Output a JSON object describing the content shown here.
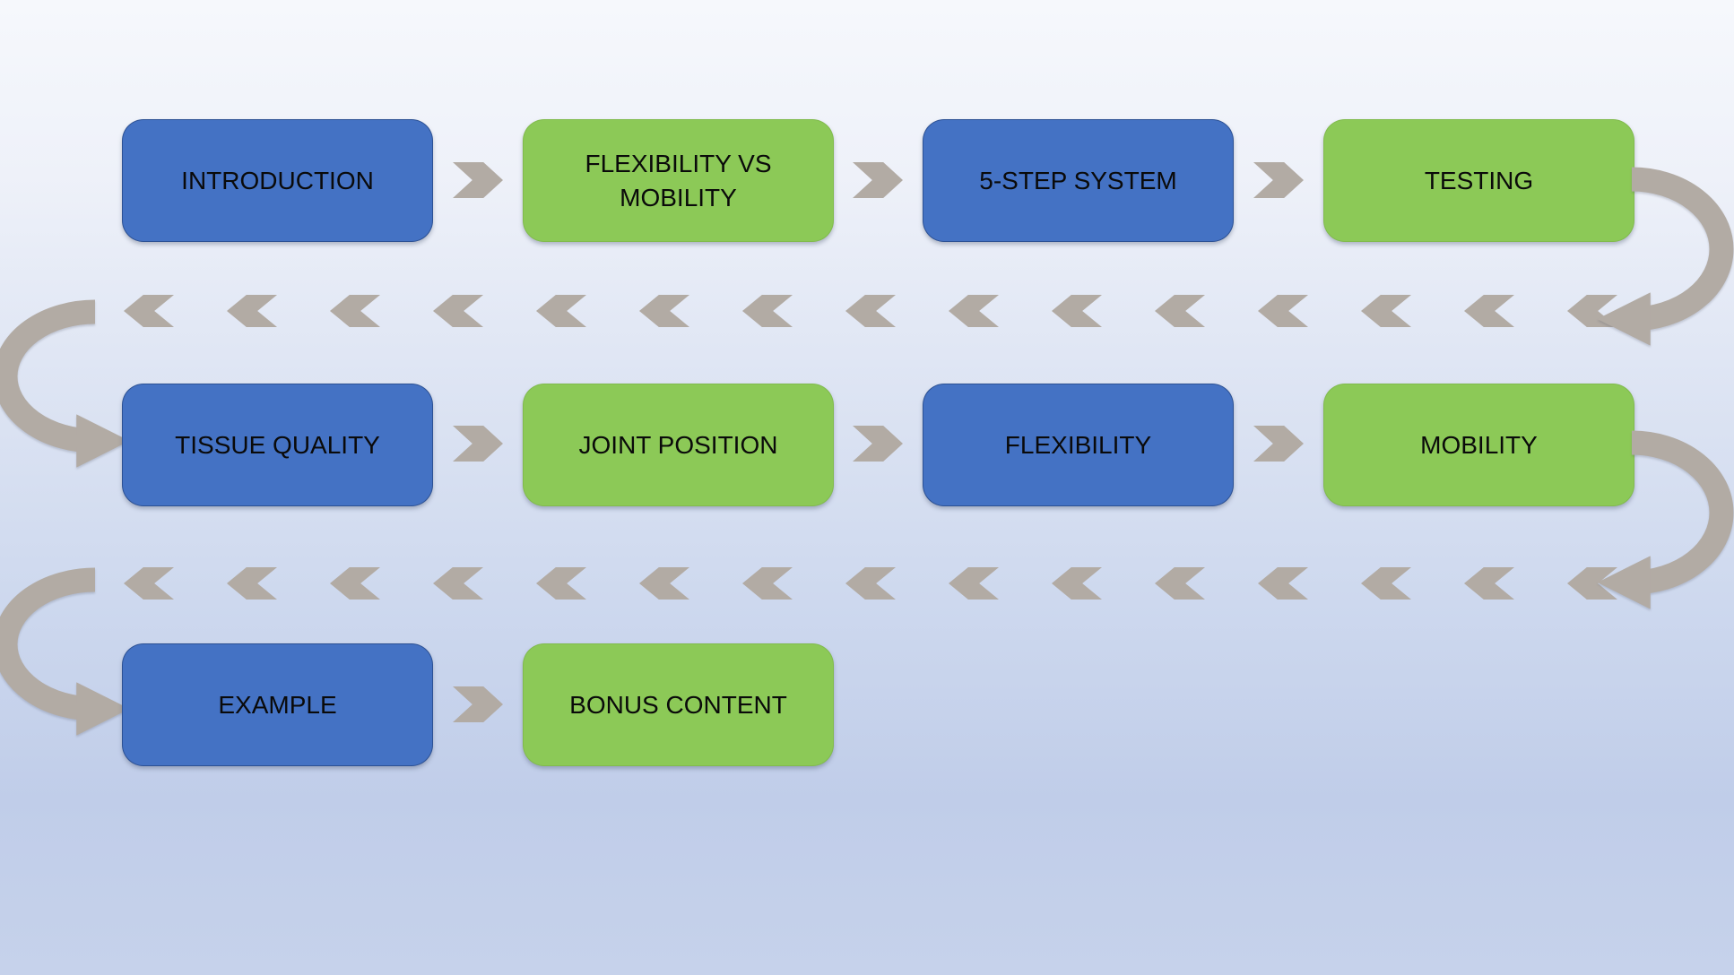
{
  "colors": {
    "blue": "#4472c4",
    "green": "#8cc957",
    "arrow_gray": "#b2aba4",
    "text": "#0a0a0a",
    "background_top": "#f6f8fc",
    "background_bottom": "#c6d2eb"
  },
  "diagram": {
    "type": "process-flow-snake",
    "rows": [
      {
        "boxes": [
          {
            "label": "INTRODUCTION",
            "color": "blue"
          },
          {
            "label": "FLEXIBILITY VS MOBILITY",
            "color": "green"
          },
          {
            "label": "5-STEP SYSTEM",
            "color": "blue"
          },
          {
            "label": "TESTING",
            "color": "green"
          }
        ]
      },
      {
        "boxes": [
          {
            "label": "TISSUE QUALITY",
            "color": "blue"
          },
          {
            "label": "JOINT POSITION",
            "color": "green"
          },
          {
            "label": "FLEXIBILITY",
            "color": "blue"
          },
          {
            "label": "MOBILITY",
            "color": "green"
          }
        ]
      },
      {
        "boxes": [
          {
            "label": "EXAMPLE",
            "color": "blue"
          },
          {
            "label": "BONUS CONTENT",
            "color": "green"
          }
        ]
      }
    ],
    "connector_icon": "right-chevron-arrow",
    "return_strips": {
      "count": 2,
      "chevrons_per_strip": 15,
      "direction": "left"
    },
    "loop_arrows": {
      "count": 4,
      "shape": "semicircular-curved-arrow"
    }
  }
}
